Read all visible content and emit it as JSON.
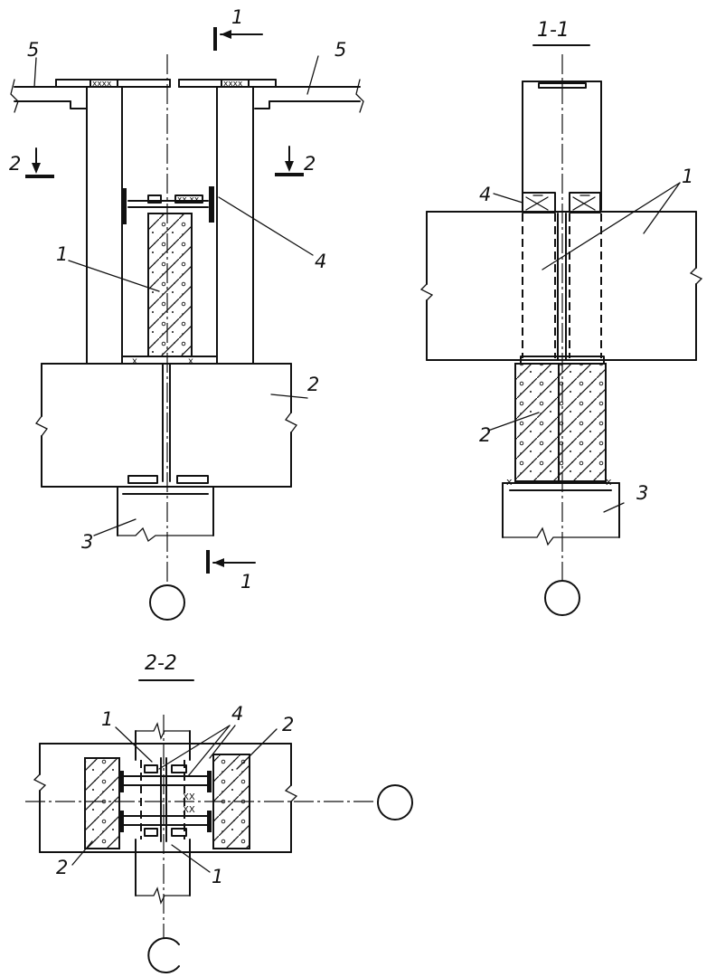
{
  "view_a": {
    "labels": {
      "col": "1",
      "beam": "2",
      "found": "3",
      "bolts": "4",
      "slab_left": "5",
      "slab_right": "5"
    },
    "section_marks": {
      "top": "1",
      "bottom": "1",
      "left": "2",
      "right": "2"
    }
  },
  "view_b": {
    "title": "1-1",
    "labels": {
      "col": "1",
      "beam": "2",
      "found": "3",
      "bolts": "4"
    }
  },
  "view_c": {
    "title": "2-2",
    "labels": {
      "col_top": "1",
      "col_bottom": "1",
      "beam_left": "2",
      "beam_right": "2",
      "bolts": "4"
    }
  }
}
